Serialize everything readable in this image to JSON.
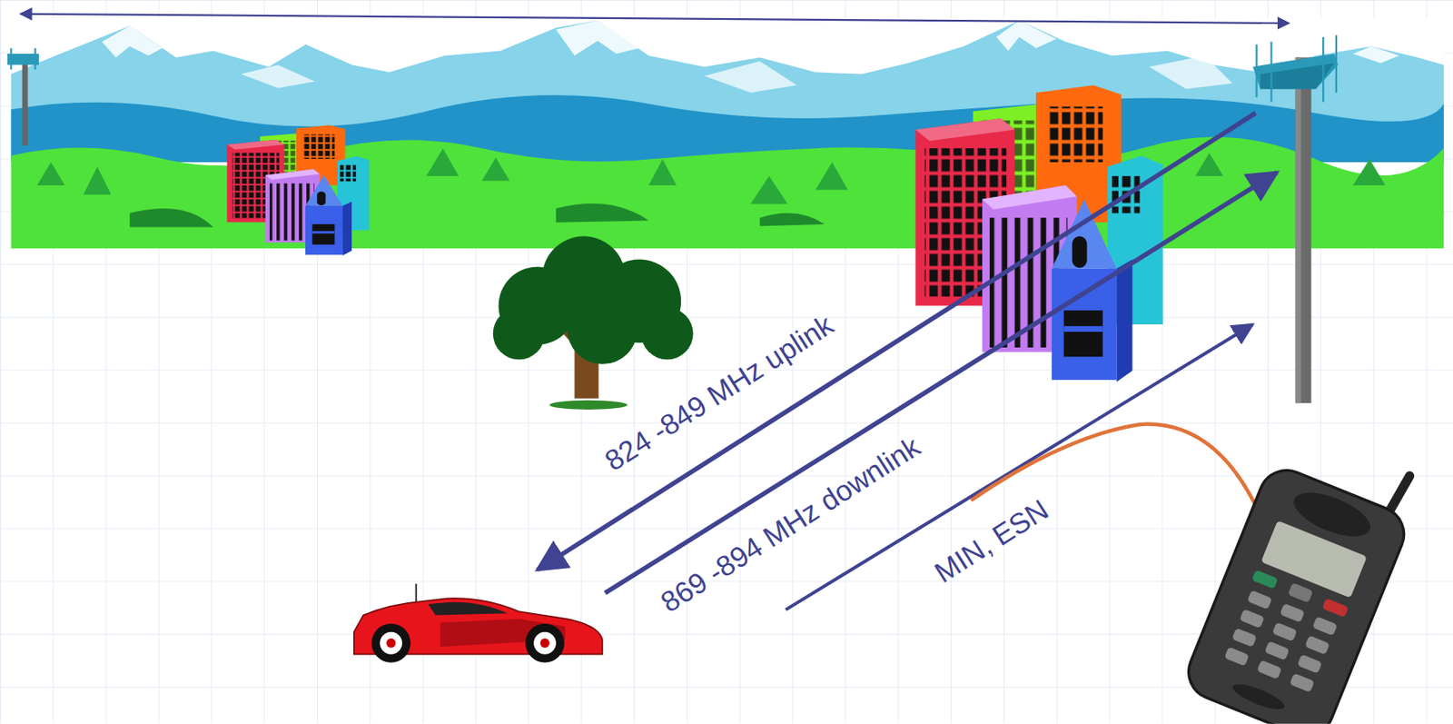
{
  "diagram": {
    "labels": [
      "824 -849 MHz uplink",
      "869 -894 MHz downlink",
      "MIN, ESN"
    ]
  }
}
